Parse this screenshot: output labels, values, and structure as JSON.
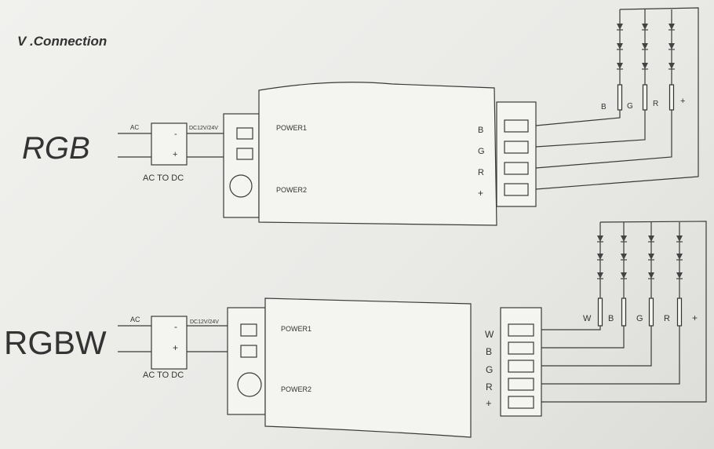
{
  "section_title": "V .Connection",
  "rgb": {
    "title": "RGB",
    "ac_label": "AC",
    "dc_label": "DC12V/24V",
    "minus": "-",
    "plus": "+",
    "converter_label": "AC TO DC",
    "power1": "POWER1",
    "power2": "POWER2",
    "outputs": [
      "B",
      "G",
      "R",
      "+"
    ],
    "strip_labels": [
      "B",
      "G",
      "R",
      "+"
    ]
  },
  "rgbw": {
    "title": "RGBW",
    "ac_label": "AC",
    "dc_label": "DC12V/24V",
    "minus": "-",
    "plus": "+",
    "converter_label": "AC TO DC",
    "power1": "POWER1",
    "power2": "POWER2",
    "outputs": [
      "W",
      "B",
      "G",
      "R",
      "+"
    ],
    "strip_labels": [
      "W",
      "B",
      "G",
      "R",
      "+"
    ]
  }
}
